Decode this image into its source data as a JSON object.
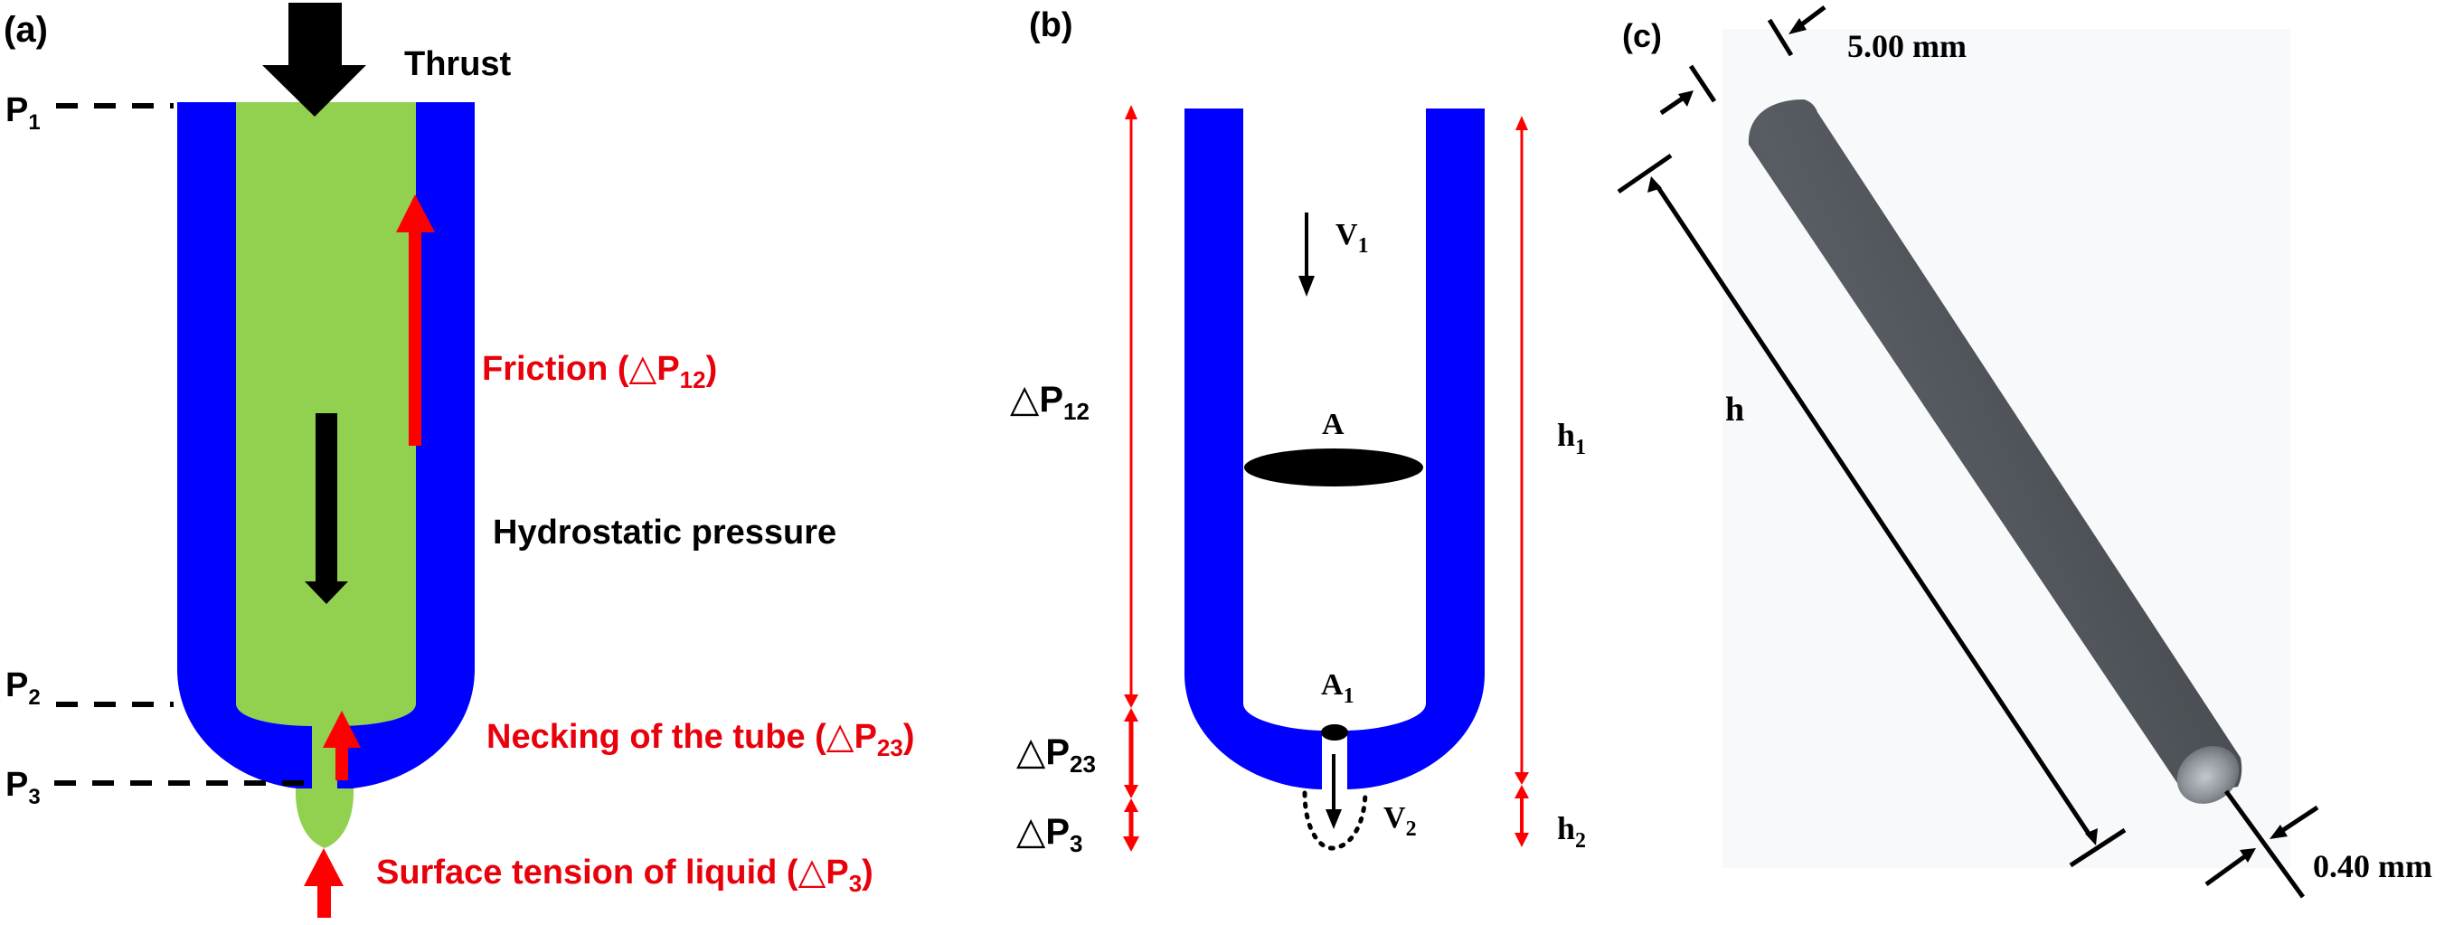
{
  "colors": {
    "tube": "#0000ff",
    "liquid": "#92d050",
    "force_red": "#ff0000",
    "label_red": "#e8000b",
    "black": "#000000",
    "rod": "#4d5157",
    "rod_tip": "#9ea4aa",
    "render_bg": "#f8f9fb"
  },
  "panel_a": {
    "tag": "(a)",
    "thrust": "Thrust",
    "p1": {
      "base": "P",
      "sub": "1"
    },
    "p2": {
      "base": "P",
      "sub": "2"
    },
    "p3": {
      "base": "P",
      "sub": "3"
    },
    "friction": {
      "text": "Friction (",
      "delta": "△",
      "base": "P",
      "sub": "12",
      "close": ")"
    },
    "hydrostatic": "Hydrostatic pressure",
    "necking": {
      "text": "Necking of the tube (",
      "delta": "△",
      "base": "P",
      "sub": "23",
      "close": ")"
    },
    "surface": {
      "text": "Surface tension of liquid (",
      "delta": "△",
      "base": "P",
      "sub": "3",
      "close": ")"
    }
  },
  "panel_b": {
    "tag": "(b)",
    "dp12": {
      "delta": "△",
      "base": "P",
      "sub": "12"
    },
    "dp23": {
      "delta": "△",
      "base": "P",
      "sub": "23"
    },
    "dp3": {
      "delta": "△",
      "base": "P",
      "sub": "3"
    },
    "v1": {
      "base": "V",
      "sub": "1"
    },
    "v2": {
      "base": "V",
      "sub": "2"
    },
    "a": "A",
    "a1": {
      "base": "A",
      "sub": "1"
    },
    "h1": {
      "base": "h",
      "sub": "1"
    },
    "h2": {
      "base": "h",
      "sub": "2"
    }
  },
  "panel_c": {
    "tag": "(c)",
    "outer_diameter": "5.00 mm",
    "tip_diameter": "0.40 mm",
    "length_label": "h"
  }
}
